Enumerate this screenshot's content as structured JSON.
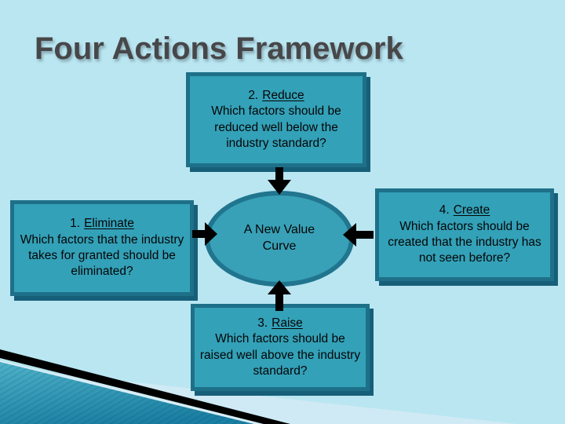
{
  "slide": {
    "title": "Four Actions Framework"
  },
  "colors": {
    "background": "#b9e6f1",
    "box_fill": "#33a1b8",
    "box_border": "#1e7089",
    "box_shadow": "#175f79",
    "ellipse_fill": "#38a1b7",
    "ellipse_border": "#21758e",
    "title_text": "#474749",
    "body_text": "#050505",
    "arrow": "#000000",
    "ribbon_black": "#000000",
    "ribbon_teal_light": "#4fb2c9",
    "ribbon_teal_dark": "#1a7fa2",
    "ribbon_pale": "#cfeaf4"
  },
  "diagram": {
    "center": {
      "label": "A New Value Curve"
    },
    "boxes": {
      "reduce": {
        "number": "2.",
        "word": "Reduce",
        "body": "Which factors should be reduced well below the industry standard?"
      },
      "eliminate": {
        "number": "1.",
        "word": "Eliminate",
        "body": "Which factors that the industry takes for granted should be eliminated?"
      },
      "create": {
        "number": "4.",
        "word": "Create",
        "body": "Which factors should be created that the industry has not seen before?"
      },
      "raise": {
        "number": "3.",
        "word": "Raise",
        "body": "Which factors should be raised well above the industry standard?"
      }
    }
  }
}
